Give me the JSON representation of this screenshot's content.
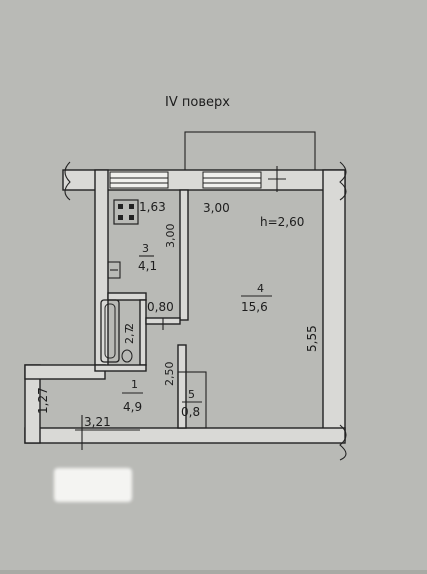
{
  "floor_label": "IV поверх",
  "ceiling_height": "h=2,60",
  "rooms": {
    "living": {
      "number": "4",
      "area": "15,6",
      "width": "3,00",
      "length": "5,55"
    },
    "kitchen": {
      "number": "3",
      "area": "4,1",
      "width": "1,63",
      "length": "3,00"
    },
    "bathroom": {
      "number": "2",
      "area": "2,7",
      "width": "0,80"
    },
    "hall": {
      "number": "1",
      "area": "4,9",
      "width": "3,21",
      "length": "2,50",
      "side": "1,27"
    },
    "closet": {
      "number": "5",
      "area": "0,8"
    }
  },
  "colors": {
    "paper": "#b9bab6",
    "wall_fill": "#d9d9d6",
    "ink": "#1d1d1d",
    "redaction": "#f4f4f2"
  }
}
